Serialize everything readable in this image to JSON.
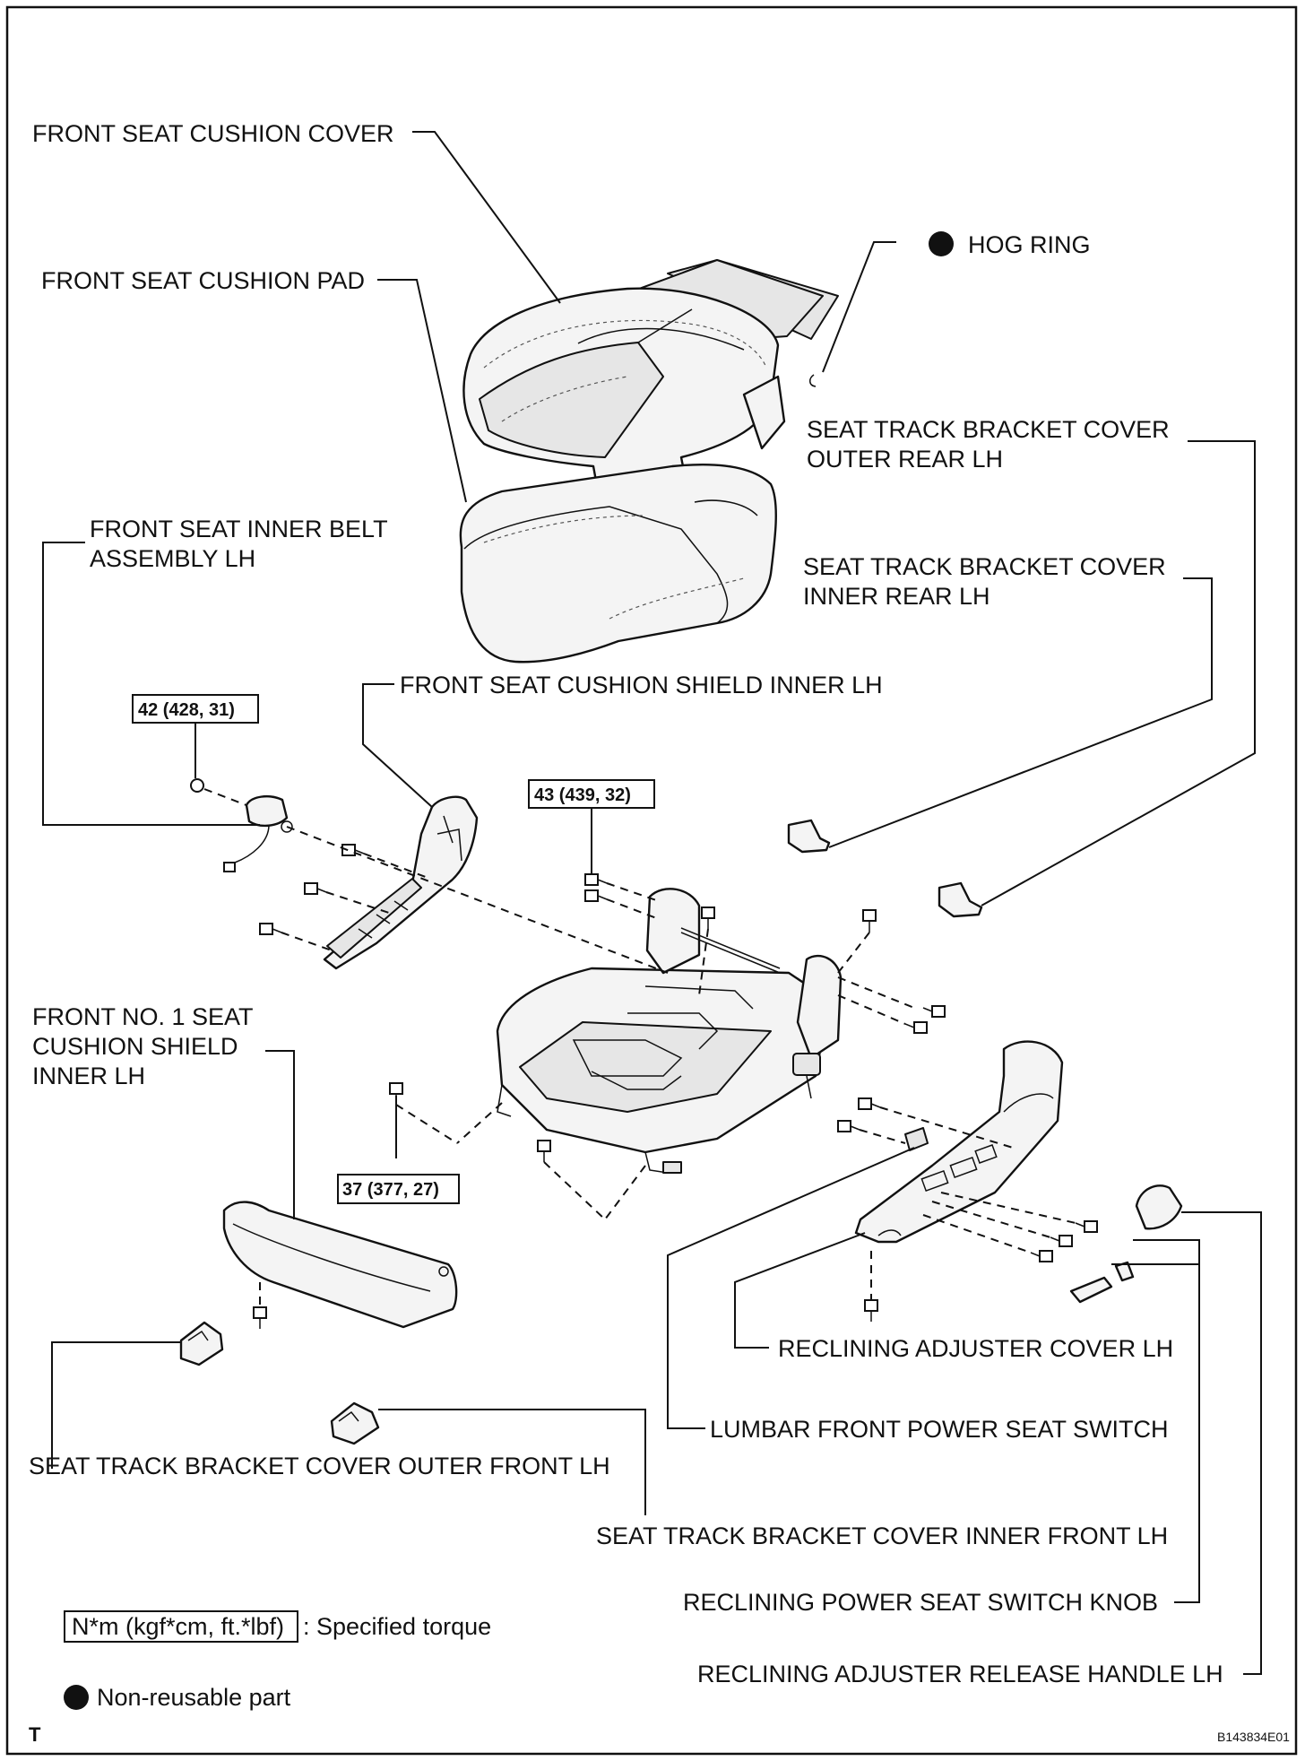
{
  "labels": {
    "cushion_cover": "FRONT SEAT CUSHION COVER",
    "hog_ring": "HOG RING",
    "cushion_pad": "FRONT SEAT CUSHION PAD",
    "bracket_outer_rear_l1": "SEAT TRACK BRACKET COVER",
    "bracket_outer_rear_l2": "OUTER REAR LH",
    "inner_belt_l1": "FRONT SEAT INNER BELT",
    "inner_belt_l2": "ASSEMBLY LH",
    "bracket_inner_rear_l1": "SEAT TRACK BRACKET COVER",
    "bracket_inner_rear_l2": "INNER REAR LH",
    "shield_inner": "FRONT SEAT CUSHION SHIELD INNER LH",
    "no1_shield_l1": "FRONT NO. 1 SEAT",
    "no1_shield_l2": "CUSHION SHIELD",
    "no1_shield_l3": "INNER LH",
    "reclining_cover": "RECLINING ADJUSTER COVER LH",
    "lumbar_switch": "LUMBAR FRONT POWER SEAT SWITCH",
    "bracket_outer_front": "SEAT TRACK BRACKET COVER OUTER FRONT LH",
    "bracket_inner_front": "SEAT TRACK BRACKET COVER INNER FRONT LH",
    "switch_knob": "RECLINING POWER SEAT SWITCH KNOB",
    "release_handle": "RECLINING ADJUSTER RELEASE HANDLE LH"
  },
  "torques": {
    "t42": "42 (428, 31)",
    "t43": "43 (439, 32)",
    "t37": "37 (377, 27)"
  },
  "legend": {
    "torque_box": "N*m (kgf*cm, ft.*lbf)",
    "torque_text": ": Specified torque",
    "nonreusable": "Non-reusable part"
  },
  "footer": {
    "left": "T",
    "code": "B143834E01"
  }
}
